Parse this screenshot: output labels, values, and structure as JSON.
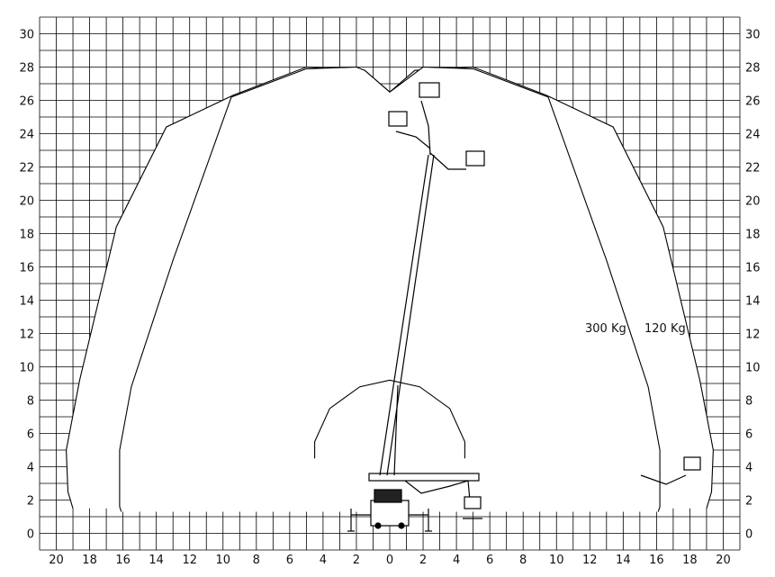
{
  "chart_data": {
    "type": "line",
    "xlim": [
      -21,
      21
    ],
    "ylim": [
      -1,
      31
    ],
    "x_ticks": [
      "20",
      "18",
      "16",
      "14",
      "12",
      "10",
      "8",
      "6",
      "4",
      "2",
      "0",
      "2",
      "4",
      "6",
      "8",
      "10",
      "12",
      "14",
      "16",
      "18",
      "20"
    ],
    "y_ticks": [
      "0",
      "2",
      "4",
      "6",
      "8",
      "10",
      "12",
      "14",
      "16",
      "18",
      "20",
      "22",
      "24",
      "26",
      "28",
      "30"
    ],
    "grid": true,
    "series": [
      {
        "name": "300 Kg",
        "points": [
          [
            -16.1,
            1.3
          ],
          [
            -16.2,
            1.6
          ],
          [
            -16.2,
            5.0
          ],
          [
            -15.5,
            8.8
          ],
          [
            -13.0,
            16.4
          ],
          [
            -9.5,
            26.2
          ],
          [
            -5.0,
            27.9
          ],
          [
            -2.0,
            28.0
          ],
          [
            -1.5,
            27.8
          ],
          [
            0.0,
            26.5
          ],
          [
            2.0,
            28.0
          ],
          [
            5.0,
            27.9
          ],
          [
            9.5,
            26.2
          ],
          [
            13.0,
            16.4
          ],
          [
            15.5,
            8.8
          ],
          [
            16.2,
            5.0
          ],
          [
            16.2,
            1.6
          ],
          [
            16.1,
            1.3
          ]
        ]
      },
      {
        "name": "120 Kg",
        "points": [
          [
            -19.0,
            1.5
          ],
          [
            -19.3,
            2.5
          ],
          [
            -19.4,
            5.0
          ],
          [
            -18.6,
            9.2
          ],
          [
            -16.4,
            18.4
          ],
          [
            -13.4,
            24.4
          ],
          [
            -9.4,
            26.3
          ],
          [
            -5.0,
            28.0
          ],
          [
            -1.5,
            27.8
          ],
          [
            0.0,
            26.5
          ],
          [
            1.5,
            27.8
          ],
          [
            5.0,
            28.0
          ],
          [
            9.4,
            26.3
          ],
          [
            13.4,
            24.4
          ],
          [
            16.4,
            18.4
          ],
          [
            18.6,
            9.2
          ],
          [
            19.4,
            5.0
          ],
          [
            19.3,
            2.5
          ],
          [
            19.0,
            1.5
          ]
        ]
      },
      {
        "name": "",
        "points": [
          [
            -4.5,
            4.5
          ],
          [
            -4.5,
            5.5
          ],
          [
            -3.6,
            7.5
          ],
          [
            -1.8,
            8.8
          ],
          [
            0.0,
            9.2
          ],
          [
            1.8,
            8.8
          ],
          [
            3.6,
            7.5
          ],
          [
            4.5,
            5.5
          ],
          [
            4.5,
            4.5
          ]
        ]
      }
    ],
    "annotations": [
      "300 Kg",
      "120 Kg"
    ]
  }
}
